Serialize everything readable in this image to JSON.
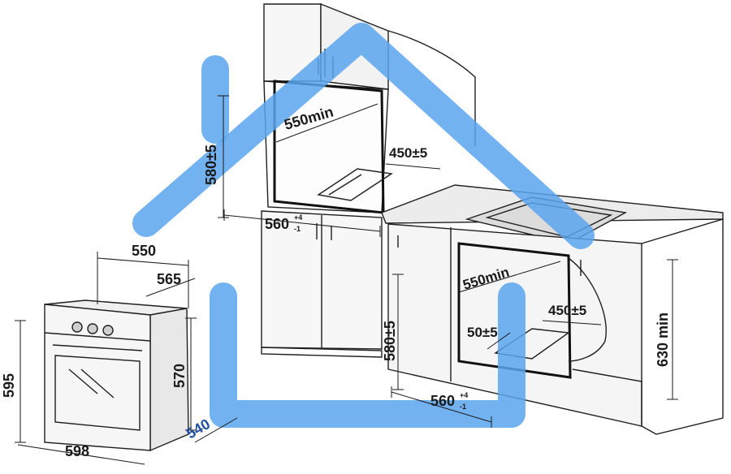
{
  "dimensions": {
    "wall_oven_height": "580±5",
    "wall_oven_width": "550min",
    "wall_oven_depth": "450±5",
    "wall_oven_niche_width": "560",
    "wall_oven_niche_tol_plus": "+4",
    "wall_oven_niche_tol_minus": "-1",
    "oven_depth_total": "550",
    "oven_depth_body": "565",
    "oven_height_total": "595",
    "oven_height_body": "570",
    "oven_width": "598",
    "oven_depth_front": "540",
    "under_oven_width": "550min",
    "under_oven_gap": "50±5",
    "under_oven_depth": "450±5",
    "under_oven_height": "580±5",
    "under_oven_niche_width": "560",
    "under_oven_niche_tol_plus": "+4",
    "under_oven_niche_tol_minus": "-1",
    "counter_height": "630 min"
  },
  "colors": {
    "logo": "#5aa5ee",
    "lines": "#1f1f1f",
    "label_blue": "#1f4fa0"
  },
  "logo": {
    "icon": "house-logo"
  }
}
